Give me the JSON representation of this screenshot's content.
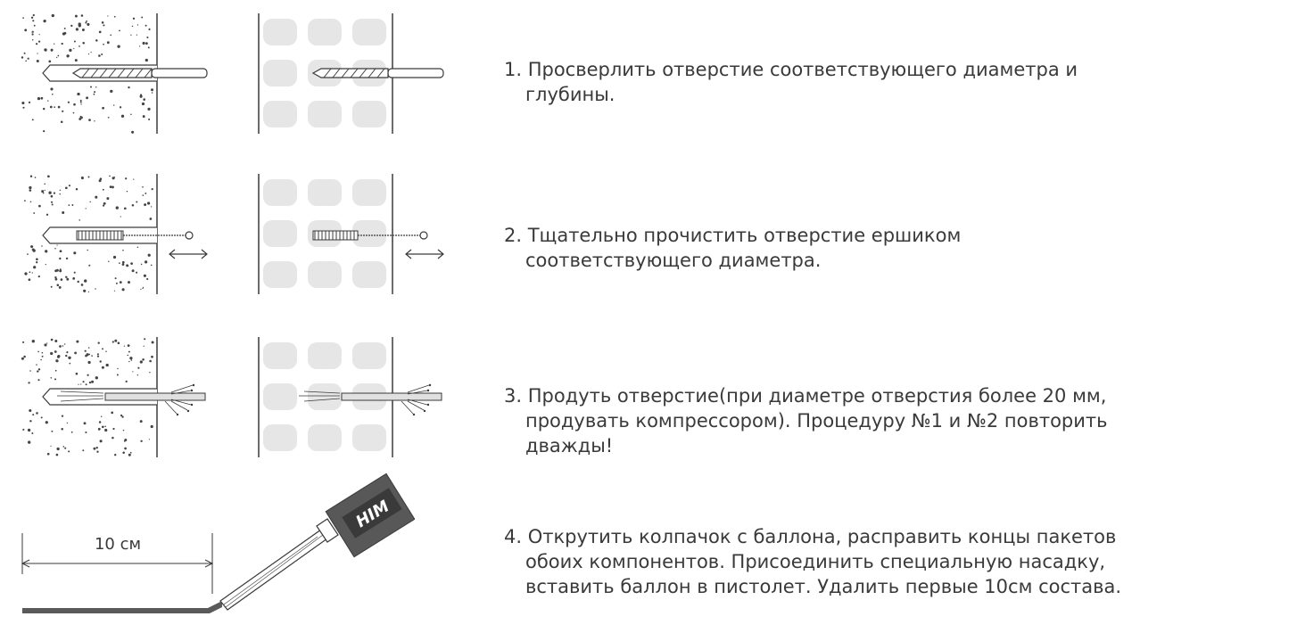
{
  "steps": [
    {
      "line1": "1. Просверлить отверстие соответствующего диаметра и",
      "line2": "глубины."
    },
    {
      "line1": "2. Тщательно прочистить отверстие ершиком",
      "line2": "соответствующего диаметра."
    },
    {
      "line1": "3. Продуть отверстие(при диаметре отверстия более 20 мм,",
      "line2": "продувать компрессором). Процедуру №1 и №2 повторить",
      "line3": "дважды!"
    },
    {
      "line1": "4. Открутить колпачок с баллона, расправить концы пакетов",
      "line2": "обоих компонентов. Присоединить специальную насадку,",
      "line3": "вставить баллон в пистолет. Удалить первые 10см состава."
    }
  ],
  "dimension_label": "10 см",
  "cartridge_logo": "HIM",
  "colors": {
    "line": "#3a3a3a",
    "concrete_dot": "#444444",
    "brick_pattern": "#e6e6e6",
    "cartridge": "#555555"
  }
}
